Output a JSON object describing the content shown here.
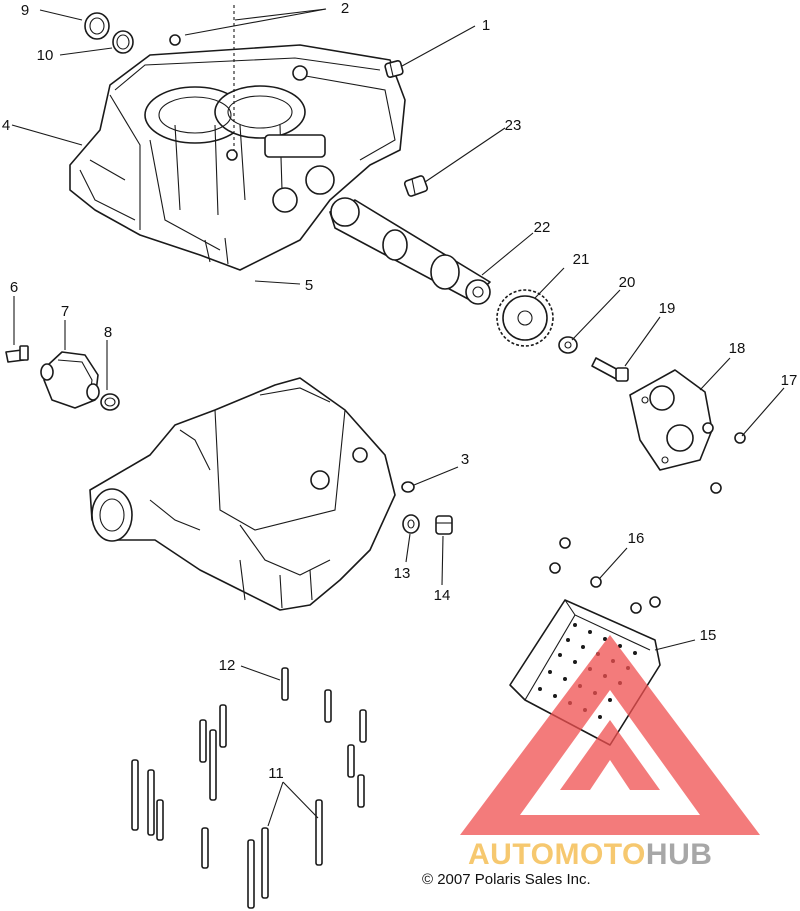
{
  "callouts": {
    "c1": "1",
    "c2": "2",
    "c3": "3",
    "c4": "4",
    "c5": "5",
    "c6": "6",
    "c7": "7",
    "c8": "8",
    "c9": "9",
    "c10": "10",
    "c11": "11",
    "c12": "12",
    "c13": "13",
    "c14": "14",
    "c15": "15",
    "c16": "16",
    "c17": "17",
    "c18": "18",
    "c19": "19",
    "c20": "20",
    "c21": "21",
    "c22": "22",
    "c23": "23"
  },
  "copyright": "© 2007 Polaris Sales Inc.",
  "watermark": {
    "part_auto": "AUTO",
    "part_moto": "MOTO",
    "part_hub": "HUB",
    "color_auto": "#f4b63f",
    "color_moto": "#f4b63f",
    "color_hub": "#8a8a8a",
    "logo_color": "#f05050"
  }
}
